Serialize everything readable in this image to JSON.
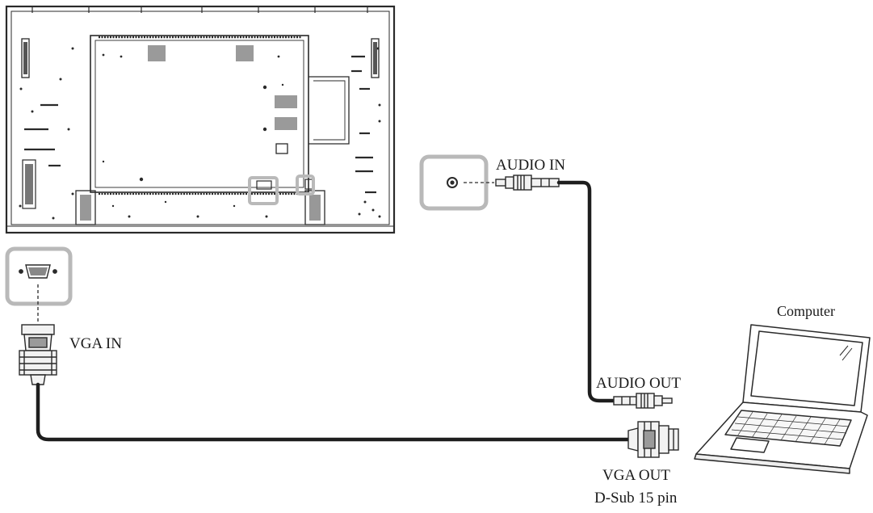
{
  "labels": {
    "audio_in": "AUDIO IN",
    "vga_in": "VGA IN",
    "computer": "Computer",
    "audio_out": "AUDIO OUT",
    "vga_out": "VGA OUT",
    "dsub": "D-Sub 15 pin"
  },
  "colors": {
    "line": "#2a2a2a",
    "highlight": "#b9b9b9",
    "cable": "#1e1e1e",
    "connector_fill": "#f2f2f2"
  },
  "icons": {
    "display": "display-rear-panel-icon",
    "vga_port": "vga-port-icon",
    "audio_port": "audio-jack-port-icon",
    "laptop": "laptop-icon"
  }
}
